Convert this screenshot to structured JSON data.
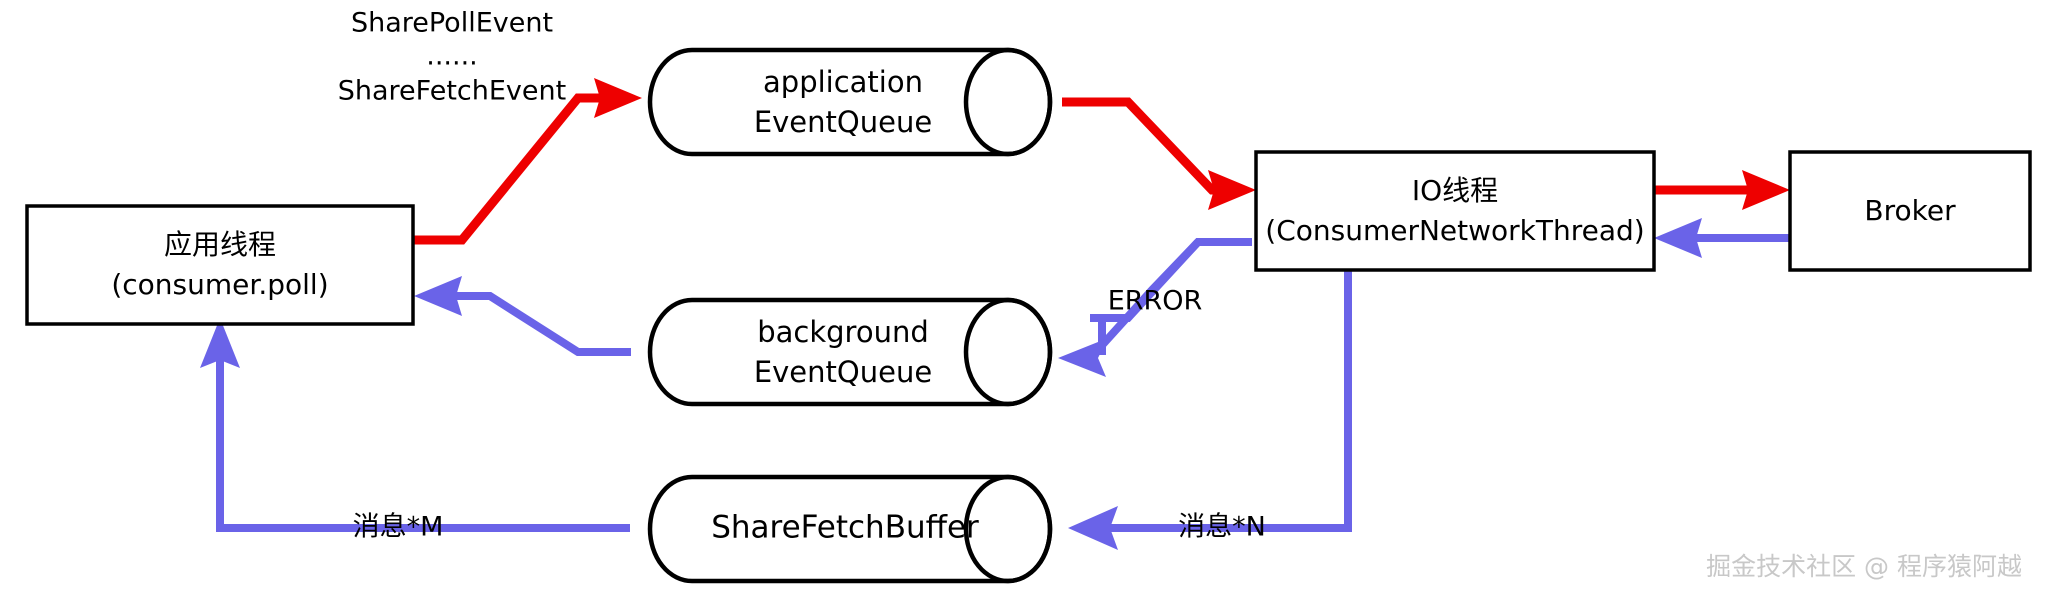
{
  "diagram": {
    "title": "Kafka Share Consumer 线程模型",
    "colors": {
      "red_flow": "#ee0000",
      "blue_flow": "#6a63e8",
      "node_stroke": "#000000",
      "node_fill": "#ffffff",
      "watermark": "#c8c8c8"
    },
    "nodes": [
      {
        "id": "app-thread",
        "shape": "rectangle",
        "lines": [
          "应用线程",
          "(consumer.poll)"
        ]
      },
      {
        "id": "application-event-queue",
        "shape": "cylinder",
        "lines": [
          "application",
          "EventQueue"
        ]
      },
      {
        "id": "background-event-queue",
        "shape": "cylinder",
        "lines": [
          "background",
          "EventQueue"
        ]
      },
      {
        "id": "share-fetch-buffer",
        "shape": "cylinder",
        "lines": [
          "ShareFetchBuffer"
        ]
      },
      {
        "id": "io-thread",
        "shape": "rectangle",
        "lines": [
          "IO线程",
          "(ConsumerNetworkThread)"
        ]
      },
      {
        "id": "broker",
        "shape": "rectangle",
        "lines": [
          "Broker"
        ]
      }
    ],
    "edges": [
      {
        "id": "app-to-app-queue",
        "from": "app-thread",
        "to": "application-event-queue",
        "color": "red",
        "label_lines": [
          "SharePollEvent",
          "......",
          "ShareFetchEvent"
        ]
      },
      {
        "id": "app-queue-to-io",
        "from": "application-event-queue",
        "to": "io-thread",
        "color": "red",
        "label_lines": []
      },
      {
        "id": "io-to-broker",
        "from": "io-thread",
        "to": "broker",
        "color": "red",
        "label_lines": []
      },
      {
        "id": "broker-to-io",
        "from": "broker",
        "to": "io-thread",
        "color": "blue",
        "label_lines": []
      },
      {
        "id": "io-to-bg-queue",
        "from": "io-thread",
        "to": "background-event-queue",
        "color": "blue",
        "label_lines": [
          "ERROR"
        ]
      },
      {
        "id": "bg-queue-to-app",
        "from": "background-event-queue",
        "to": "app-thread",
        "color": "blue",
        "label_lines": []
      },
      {
        "id": "io-to-buffer",
        "from": "io-thread",
        "to": "share-fetch-buffer",
        "color": "blue",
        "label_lines": [
          "消息*N"
        ]
      },
      {
        "id": "buffer-to-app",
        "from": "share-fetch-buffer",
        "to": "app-thread",
        "color": "blue",
        "label_lines": [
          "消息*M"
        ]
      }
    ],
    "labels": {
      "share_poll_event": "SharePollEvent",
      "ellipsis": "......",
      "share_fetch_event": "ShareFetchEvent",
      "error": "ERROR",
      "messages_m": "消息*M",
      "messages_n": "消息*N"
    },
    "node_text": {
      "app_thread_line1": "应用线程",
      "app_thread_line2": "(consumer.poll)",
      "app_queue_line1": "application",
      "app_queue_line2": "EventQueue",
      "bg_queue_line1": "background",
      "bg_queue_line2": "EventQueue",
      "buffer_line1": "ShareFetchBuffer",
      "io_thread_line1": "IO线程",
      "io_thread_line2": "(ConsumerNetworkThread)",
      "broker_line1": "Broker"
    },
    "watermark": "掘金技术社区 @ 程序猿阿越"
  }
}
